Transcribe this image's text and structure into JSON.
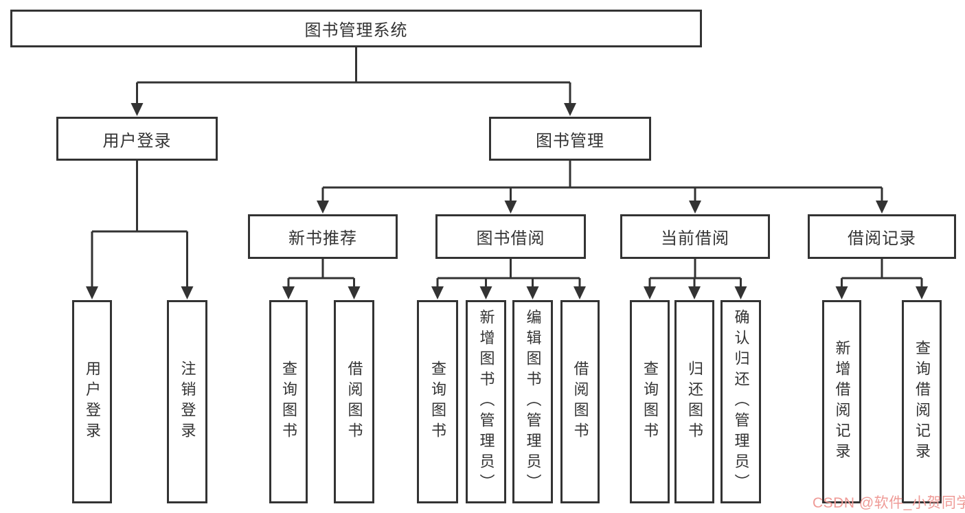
{
  "title": "图书管理系统",
  "watermark": "CSDN @软件_小贺同学",
  "colors": {
    "line": "#333333",
    "background": "#ffffff",
    "watermark": "#ef9a96"
  },
  "nodes": {
    "userLogin": {
      "label": "用户登录",
      "children": [
        "用户登录",
        "注销登录"
      ]
    },
    "bookManagement": {
      "label": "图书管理",
      "children": {
        "newBookRecommend": {
          "label": "新书推荐",
          "children": [
            "查询图书",
            "借阅图书"
          ]
        },
        "bookBorrowing": {
          "label": "图书借阅",
          "children": [
            "查询图书",
            "新增图书（管理员）",
            "编辑图书（管理员）",
            "借阅图书"
          ]
        },
        "currentBorrowing": {
          "label": "当前借阅",
          "children": [
            "查询图书",
            "归还图书",
            "确认归还（管理员）"
          ]
        },
        "borrowingRecords": {
          "label": "借阅记录",
          "children": [
            "新增借阅记录",
            "查询借阅记录"
          ]
        }
      }
    }
  }
}
